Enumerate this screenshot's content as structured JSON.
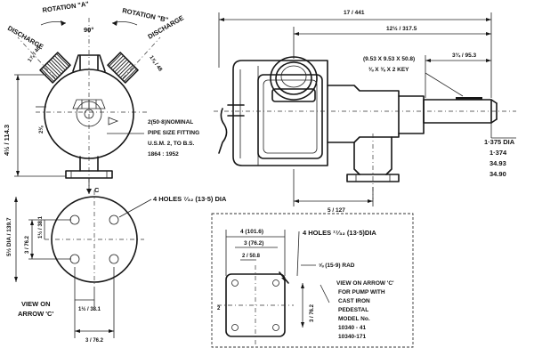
{
  "left_view": {
    "rotation_a": "ROTATION \"A\"",
    "discharge_left": "DISCHARGE",
    "rotation_b": "ROTATION \"B\"",
    "discharge_right": "DISCHARGE",
    "angle": "90°",
    "flange_left_dim": "1⅞ / 48",
    "flange_right_dim": "1⅞ / 48",
    "side_dim": "2⅜",
    "height_dim": "4½ / 114.3",
    "pipe_note": [
      "2(50·8)NOMINAL",
      "PIPE SIZE FITTING",
      "U.S.M. 2, TO B.S.",
      "1864 : 1952"
    ],
    "arrow_c": "C"
  },
  "base_view": {
    "holes_note": "4 HOLES ⁷⁄₃₂ (13·5) DIA",
    "dia_dim": "5½ DIA / 139.7",
    "inner_dim": "3 / 76.2",
    "offset_dim": "1½ / 38.1",
    "bottom_offset": "1½ / 38.1",
    "bottom_width": "3 / 76.2",
    "view_label": [
      "VIEW ON",
      "ARROW 'C'"
    ]
  },
  "side_view": {
    "overall_dim": "17 / 441",
    "mid_dim": "12½ / 317.5",
    "shaft_dim": "3¾ / 95.3",
    "key_note": [
      "(9.53 X 9.53 X 50.8)",
      "⅜ X ⅜ X 2 KEY"
    ],
    "shaft_dia": [
      "1·375 DIA",
      "1·374",
      "34.93",
      "34.90"
    ],
    "base_dim": "5 / 127"
  },
  "pedestal_view": {
    "dim_top": "4 (101.6)",
    "dim_second": "3 (76.2)",
    "dim_third": "2 / 50.8",
    "holes_note": "4 HOLES ¹⁷⁄₃₂ (13·5)DIA",
    "rad_note": "⅝ (15·9) RAD",
    "dim_left": "2",
    "dim_side": "3 / 76.2",
    "view_label": [
      "VIEW ON ARROW 'C'",
      "FOR PUMP WITH",
      "CAST IRON",
      "PEDESTAL",
      "MODEL No.",
      "10340 - 41",
      "10340-171"
    ]
  }
}
